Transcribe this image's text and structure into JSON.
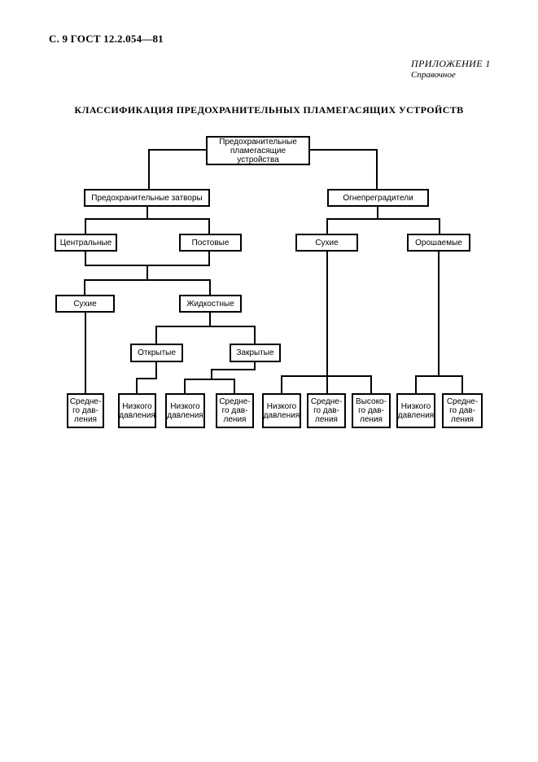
{
  "page": {
    "doc_ref": "С. 9 ГОСТ 12.2.054—81",
    "annex": {
      "line1": "ПРИЛОЖЕНИЕ 1",
      "line2": "Справочное"
    },
    "title": "КЛАССИФИКАЦИЯ ПРЕДОХРАНИТЕЛЬНЫХ ПЛАМЕГАСЯЩИХ УСТРОЙСТВ"
  },
  "colors": {
    "ink": "#000000",
    "paper": "#ffffff"
  },
  "diagram": {
    "type": "classification-tree",
    "nodes": [
      {
        "id": "root",
        "label": "Предохранительные\nпламегасящие\nустройства"
      },
      {
        "id": "safety_shutters",
        "label": "Предохранительные затворы"
      },
      {
        "id": "flame_arresters",
        "label": "Огнепреградители"
      },
      {
        "id": "central",
        "label": "Центральные"
      },
      {
        "id": "post",
        "label": "Постовые"
      },
      {
        "id": "dry_shutters",
        "label": "Сухие"
      },
      {
        "id": "liquid",
        "label": "Жидкостные"
      },
      {
        "id": "dry_arresters",
        "label": "Сухие"
      },
      {
        "id": "irrigated",
        "label": "Орошаемые"
      },
      {
        "id": "open",
        "label": "Открытые"
      },
      {
        "id": "closed",
        "label": "Закрытые"
      },
      {
        "id": "medium_1",
        "label": "Средне-\nго дав-\nления"
      },
      {
        "id": "low_1",
        "label": "Низкого\nдавления"
      },
      {
        "id": "low_2",
        "label": "Низкого\nдавления"
      },
      {
        "id": "medium_2",
        "label": "Средне-\nго дав-\nления"
      },
      {
        "id": "low_3",
        "label": "Низкого\nдавления"
      },
      {
        "id": "medium_3",
        "label": "Средне-\nго дав-\nления"
      },
      {
        "id": "high_1",
        "label": "Высоко-\nго дав-\nления"
      },
      {
        "id": "low_4",
        "label": "Низкого\nдавления"
      },
      {
        "id": "medium_4",
        "label": "Средне-\nго дав-\nления"
      }
    ],
    "edges": [
      [
        "root",
        "safety_shutters"
      ],
      [
        "root",
        "flame_arresters"
      ],
      [
        "safety_shutters",
        "central"
      ],
      [
        "safety_shutters",
        "post"
      ],
      [
        "central",
        "dry_shutters"
      ],
      [
        "central",
        "liquid"
      ],
      [
        "post",
        "dry_shutters"
      ],
      [
        "post",
        "liquid"
      ],
      [
        "dry_shutters",
        "medium_1"
      ],
      [
        "liquid",
        "open"
      ],
      [
        "liquid",
        "closed"
      ],
      [
        "open",
        "low_1"
      ],
      [
        "closed",
        "low_2"
      ],
      [
        "closed",
        "medium_2"
      ],
      [
        "flame_arresters",
        "dry_arresters"
      ],
      [
        "flame_arresters",
        "irrigated"
      ],
      [
        "dry_arresters",
        "low_3"
      ],
      [
        "dry_arresters",
        "medium_3"
      ],
      [
        "dry_arresters",
        "high_1"
      ],
      [
        "irrigated",
        "low_4"
      ],
      [
        "irrigated",
        "medium_4"
      ]
    ]
  }
}
